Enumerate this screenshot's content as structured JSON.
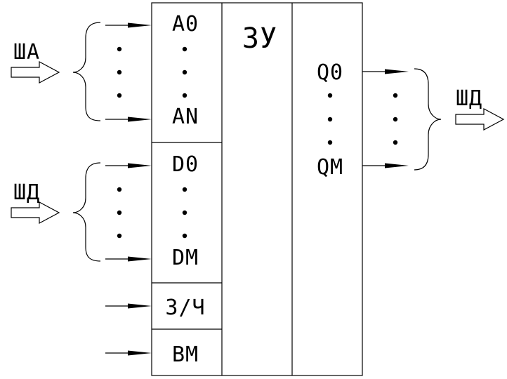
{
  "memory_block": {
    "title": "ЗУ",
    "address_pins": {
      "first": "A0",
      "last": "AN"
    },
    "data_input_pins": {
      "first": "D0",
      "last": "DM"
    },
    "write_read_pin": "З/Ч",
    "chip_select_pin": "ВМ",
    "output_pins": {
      "first": "Q0",
      "last": "QM"
    }
  },
  "buses": {
    "address_in": "ША",
    "data_in": "ШД",
    "data_out": "ШД"
  },
  "colors": {
    "line": "#000000",
    "background": "#ffffff"
  }
}
